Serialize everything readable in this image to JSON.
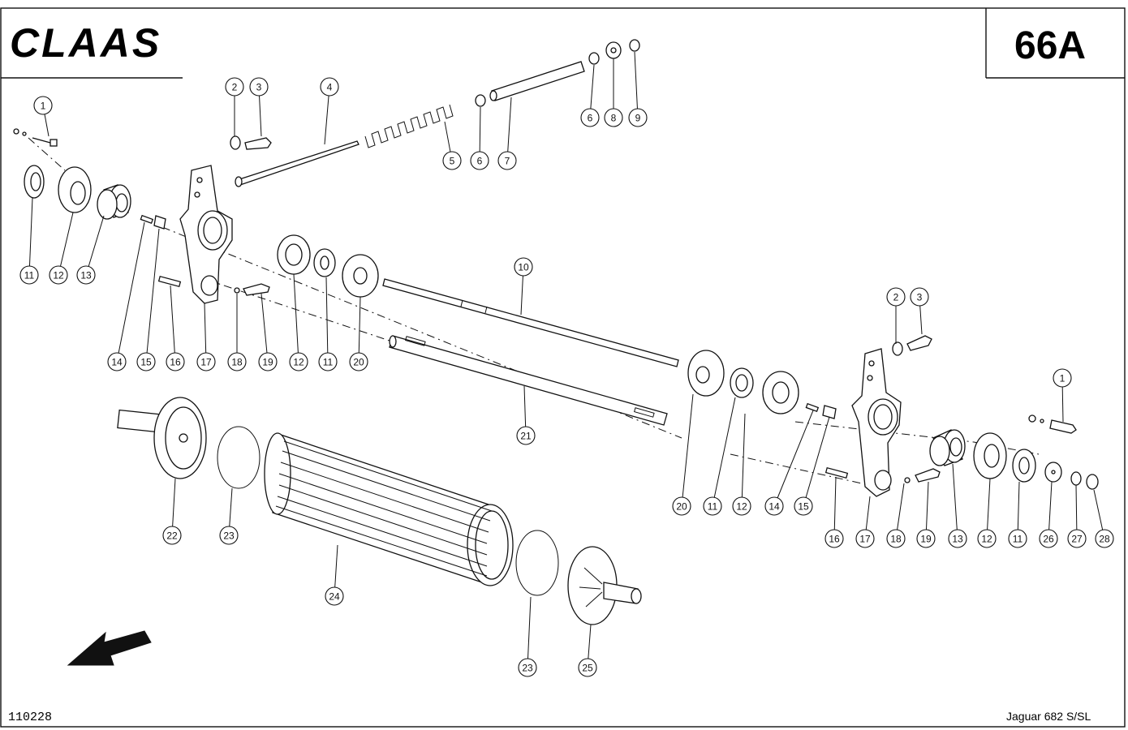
{
  "header": {
    "brand": "CLAAS",
    "page_number": "66A"
  },
  "footer": {
    "drawing_number": "110228",
    "model": "Jaguar 682 S/SL"
  },
  "callouts": [
    {
      "label": "1"
    },
    {
      "label": "2"
    },
    {
      "label": "3"
    },
    {
      "label": "4"
    },
    {
      "label": "5"
    },
    {
      "label": "6"
    },
    {
      "label": "7"
    },
    {
      "label": "6"
    },
    {
      "label": "8"
    },
    {
      "label": "9"
    },
    {
      "label": "11"
    },
    {
      "label": "12"
    },
    {
      "label": "13"
    },
    {
      "label": "14"
    },
    {
      "label": "15"
    },
    {
      "label": "16"
    },
    {
      "label": "17"
    },
    {
      "label": "18"
    },
    {
      "label": "19"
    },
    {
      "label": "12"
    },
    {
      "label": "11"
    },
    {
      "label": "20"
    },
    {
      "label": "10"
    },
    {
      "label": "21"
    },
    {
      "label": "2"
    },
    {
      "label": "3"
    },
    {
      "label": "1"
    },
    {
      "label": "22"
    },
    {
      "label": "23"
    },
    {
      "label": "24"
    },
    {
      "label": "23"
    },
    {
      "label": "25"
    },
    {
      "label": "20"
    },
    {
      "label": "11"
    },
    {
      "label": "12"
    },
    {
      "label": "14"
    },
    {
      "label": "15"
    },
    {
      "label": "16"
    },
    {
      "label": "17"
    },
    {
      "label": "18"
    },
    {
      "label": "19"
    },
    {
      "label": "13"
    },
    {
      "label": "12"
    },
    {
      "label": "11"
    },
    {
      "label": "26"
    },
    {
      "label": "27"
    },
    {
      "label": "28"
    }
  ]
}
